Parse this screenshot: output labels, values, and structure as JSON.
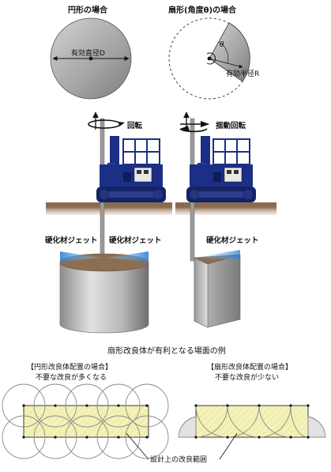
{
  "top": {
    "circle_title": "円形の場合",
    "sector_title": "扇形(角度θ)の場合",
    "diameter_label": "有効直径D",
    "theta_symbol": "θ",
    "radius_label": "有効半径R"
  },
  "machines": {
    "rotate_label": "回転",
    "swing_label": "揺動回転",
    "jet_label": "硬化材ジェット"
  },
  "bottom": {
    "caption": "扇形改良体が有利となる場面の例",
    "left_header": "【円形改良体配置の場合】",
    "left_sub": "不要な改良が多くなる",
    "right_header": "【扇形改良体配置の場合】",
    "right_sub": "不要な改良が少ない",
    "range_label": "設計上の改良範囲"
  },
  "colors": {
    "disk_gray": "#a8a8a8",
    "machine_blue": "#1c2f86",
    "ground_brown": "#8a6a4e",
    "jet_blue": "#3f8fd6",
    "design_range_fill": "#f4f2b4"
  }
}
